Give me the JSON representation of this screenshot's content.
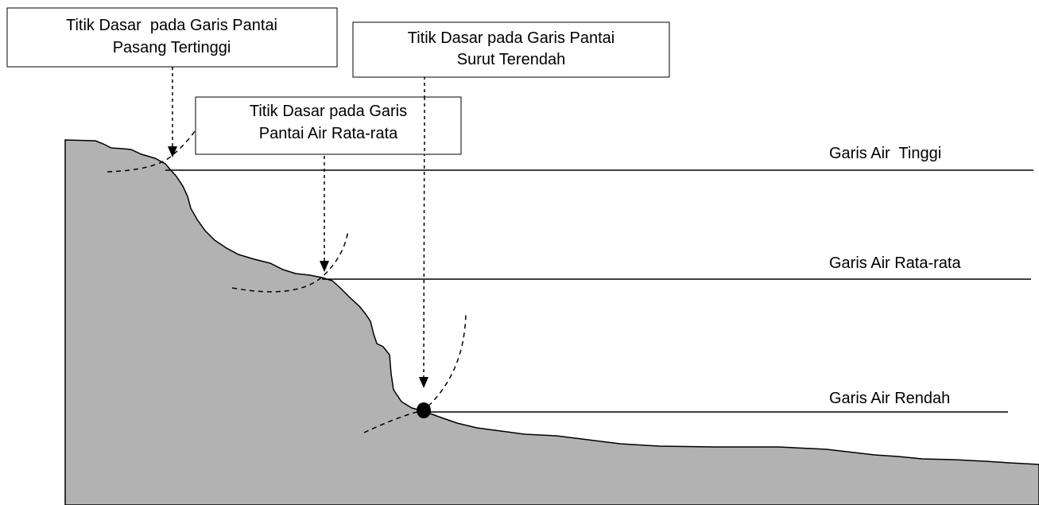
{
  "callouts": {
    "high_tide_point": {
      "line1": "Titik Dasar  pada Garis Pantai",
      "line2": "Pasang Tertinggi"
    },
    "mean_tide_point": {
      "line1": "Titik Dasar pada Garis",
      "line2": "Pantai Air Rata-rata"
    },
    "low_tide_point": {
      "line1": "Titik Dasar pada Garis Pantai",
      "line2": "Surut Terendah"
    }
  },
  "water_lines": {
    "high": "Garis Air  Tinggi",
    "mean": "Garis Air Rata-rata",
    "low": "Garis Air Rendah"
  },
  "colors": {
    "land": "#b2b2b2",
    "line": "#000000",
    "box_fill": "#ffffff"
  }
}
